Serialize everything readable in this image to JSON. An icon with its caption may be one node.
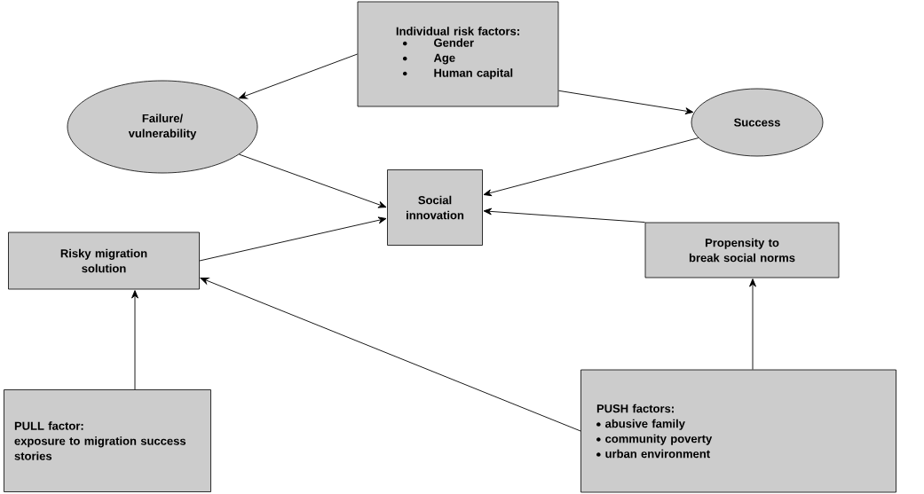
{
  "diagram": {
    "nodes": [
      {
        "text": [
          "Individual risk factors:",
          "Gender",
          "Age",
          "Human capital"
        ]
      },
      {
        "text": [
          "Failure/ vulnerability"
        ]
      },
      {
        "text": [
          "Success"
        ]
      },
      {
        "text": [
          "Social innovation"
        ]
      },
      {
        "text": [
          "Risky migration solution"
        ]
      },
      {
        "text": [
          "Propensity to break social norms"
        ]
      },
      {
        "text": [
          "PULL factor:",
          "exposure to migration success stories"
        ]
      },
      {
        "text": [
          "PUSH factors:",
          "abusive family",
          "community poverty",
          "urban environment"
        ]
      }
    ],
    "edges": [
      {
        "from": 0,
        "to": 1,
        "arrow": "to"
      },
      {
        "from": 0,
        "to": 2,
        "arrow": "to"
      },
      {
        "from": 1,
        "to": 3,
        "arrow": "to"
      },
      {
        "from": 2,
        "to": 3,
        "arrow": "to"
      },
      {
        "from": 4,
        "to": 3,
        "arrow": "to"
      },
      {
        "from": 5,
        "to": 3,
        "arrow": "to"
      },
      {
        "from": 6,
        "to": 4,
        "arrow": "to"
      },
      {
        "from": 7,
        "to": 4,
        "arrow": "to"
      },
      {
        "from": 7,
        "to": 5,
        "arrow": "to"
      }
    ]
  }
}
